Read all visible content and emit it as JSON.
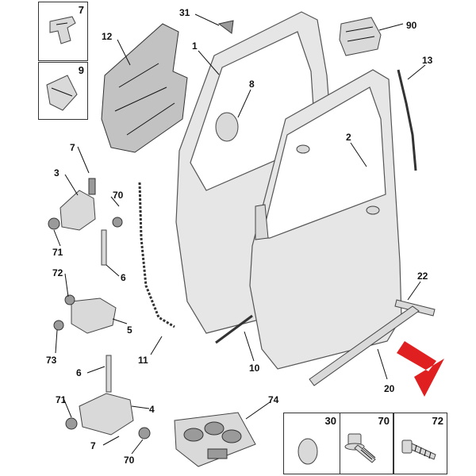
{
  "callouts": {
    "c1": "1",
    "c2": "2",
    "c3": "3",
    "c4": "4",
    "c5": "5",
    "c6a": "6",
    "c6b": "6",
    "c7a": "7",
    "c7b": "7",
    "c8": "8",
    "c10": "10",
    "c11": "11",
    "c12": "12",
    "c13": "13",
    "c20": "20",
    "c22": "22",
    "c31": "31",
    "c70a": "70",
    "c70b": "70",
    "c71a": "71",
    "c71b": "71",
    "c72": "72",
    "c73": "73",
    "c74": "74",
    "c90": "90"
  },
  "inset_boxes": {
    "top_left_1": "7",
    "top_left_2": "9",
    "bottom_1": "30",
    "bottom_2": "70",
    "bottom_3": "72"
  },
  "colors": {
    "highlight_arrow": "#e02020"
  }
}
